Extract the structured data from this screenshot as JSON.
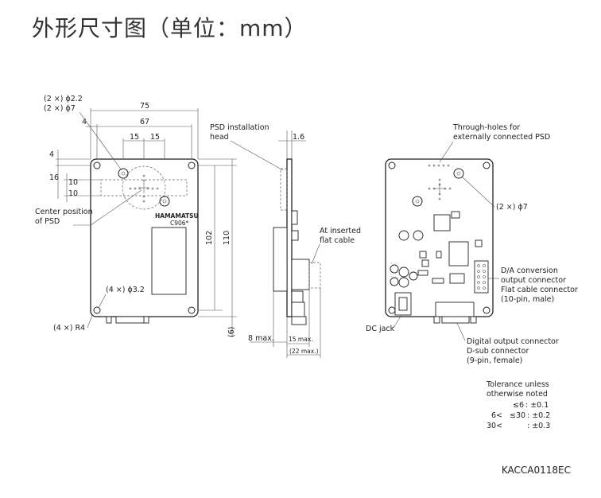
{
  "page_title": "外形尺寸图（单位：mm）",
  "front": {
    "holes_small": "(2 ×) ϕ2.2",
    "holes_large": "(2 ×) ϕ7",
    "dim_75": "75",
    "dim_67": "67",
    "dim_4_top": "4",
    "dim_15a": "15",
    "dim_15b": "15",
    "dim_4_left": "4",
    "dim_16": "16",
    "dim_10a": "10",
    "dim_10b": "10",
    "center_psd_1": "Center position",
    "center_psd_2": "of PSD",
    "brand": "HAMAMATSU",
    "model": "C906*",
    "mount_holes": "(4 ×) ϕ3.2",
    "corner_radius": "(4 ×) R4",
    "dim_102": "102",
    "dim_110": "110",
    "dim_6": "(6)"
  },
  "side": {
    "psd_head_1": "PSD installation",
    "psd_head_2": "head",
    "dim_1_6": "1.6",
    "flat_cable_1": "At inserted",
    "flat_cable_2": "flat cable",
    "dim_8max": "8 max.",
    "dim_15max": "15 max.",
    "dim_22max": "(22 max.)"
  },
  "back": {
    "through_holes_1": "Through-holes for",
    "through_holes_2": "externally connected PSD",
    "holes_large": "(2 ×) ϕ7",
    "da_1": "D/A conversion",
    "da_2": "output connector",
    "da_3": "Flat cable connector",
    "da_4": "(10-pin, male)",
    "dc_jack": "DC jack",
    "dig_1": "Digital output connector",
    "dig_2": "D-sub connector",
    "dig_3": "(9-pin, female)"
  },
  "tolerance": {
    "title_1": "Tolerance unless",
    "title_2": "otherwise noted",
    "row1_range": "≤6",
    "row1_value": ": ±0.1",
    "row2_low": "6<",
    "row2_range": "≤30",
    "row2_value": ": ±0.2",
    "row3_low": "30<",
    "row3_value": ": ±0.3"
  },
  "drawing_code": "KACCA0118EC"
}
